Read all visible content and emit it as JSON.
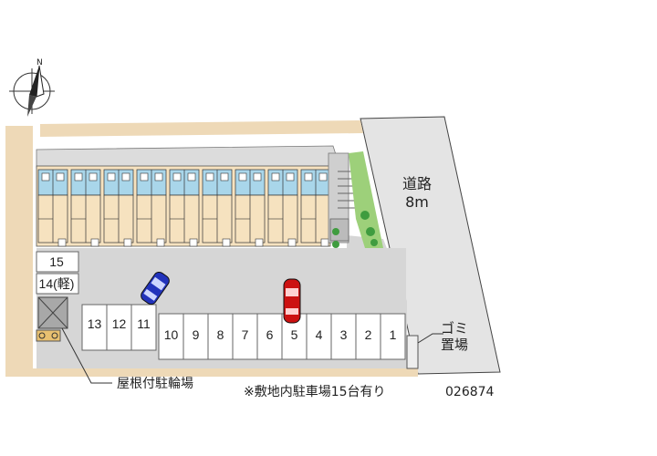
{
  "compass": {
    "north_label": "N"
  },
  "road": {
    "name": "道路",
    "width": "8m"
  },
  "garbage": {
    "line1": "ゴミ",
    "line2": "置場"
  },
  "bicycle_label": "屋根付駐輪場",
  "note": "※敷地内駐車場15台有り",
  "property_code": "026874",
  "parking": {
    "top_labels": [
      "15",
      "14(軽)"
    ],
    "left_row": [
      "13",
      "12",
      "11"
    ],
    "bottom_row": [
      "10",
      "9",
      "8",
      "7",
      "6",
      "5",
      "4",
      "3",
      "2",
      "1"
    ]
  },
  "colors": {
    "building": "#f6e2bf",
    "building_blue": "#a9d6ea",
    "lot": "#d6d6d6",
    "road": "#e4e4e4",
    "beige_strip": "#eed9b7",
    "green": "#3f9c3f",
    "blue_car": "#2233bb",
    "red_car": "#cc1111"
  }
}
